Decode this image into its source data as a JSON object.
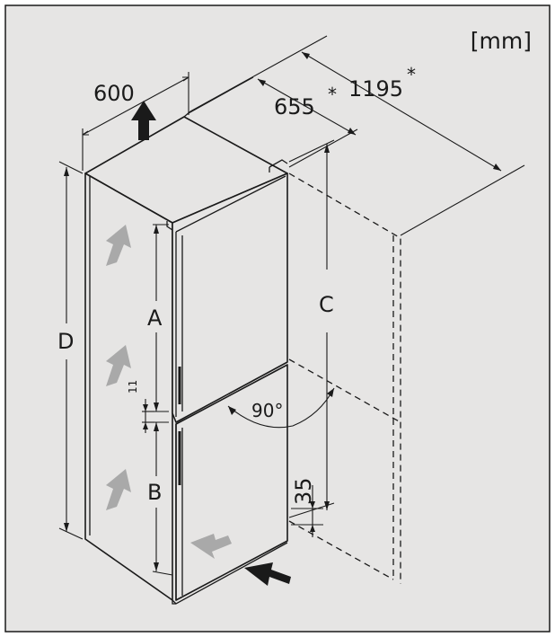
{
  "unit_label": "[mm]",
  "width_value": "600",
  "depth_value": "655",
  "depth_asterisk": "*",
  "open_depth_value": "1195",
  "open_depth_asterisk": "*",
  "label_a": "A",
  "label_b": "B",
  "label_c": "C",
  "label_d": "D",
  "gap_value": "11",
  "door_angle": "90°",
  "plinth_value": "35",
  "colors": {
    "background": "#e6e5e4",
    "line": "#1a1a1a",
    "arrow_light": "#a9a9a9",
    "arrow_dark": "#1a1a1a"
  }
}
